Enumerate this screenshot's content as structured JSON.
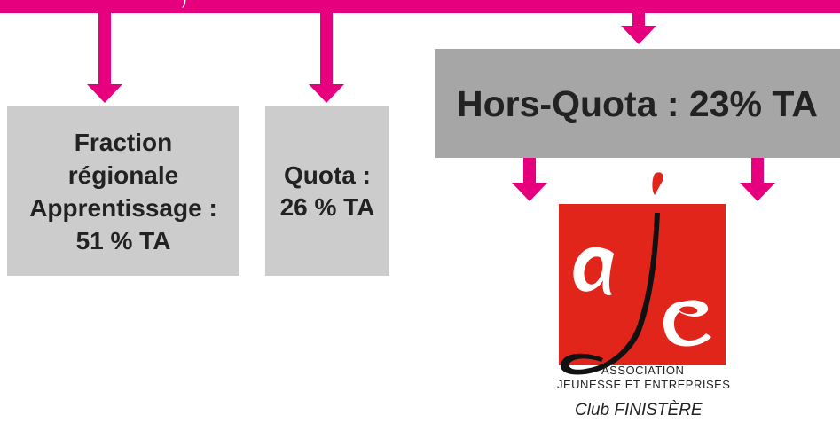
{
  "header": {
    "partial_text": ")"
  },
  "boxes": {
    "fraction": {
      "line1": "Fraction",
      "line2": "régionale",
      "line3": "Apprentissage :",
      "line4": "51 % TA"
    },
    "quota": {
      "line1": "Quota :",
      "line2": "26 % TA"
    },
    "hors_quota": {
      "label": "Hors-Quota : 23% TA"
    }
  },
  "logo": {
    "letters": "aje",
    "line1": "ASSOCIATION",
    "line2": "JEUNESSE ET ENTREPRISES",
    "club": "Club FINISTÈRE"
  },
  "colors": {
    "arrow": "#e6007e",
    "box_light": "#cccccc",
    "box_dark": "#a6a6a6",
    "logo_red": "#e1251b"
  }
}
